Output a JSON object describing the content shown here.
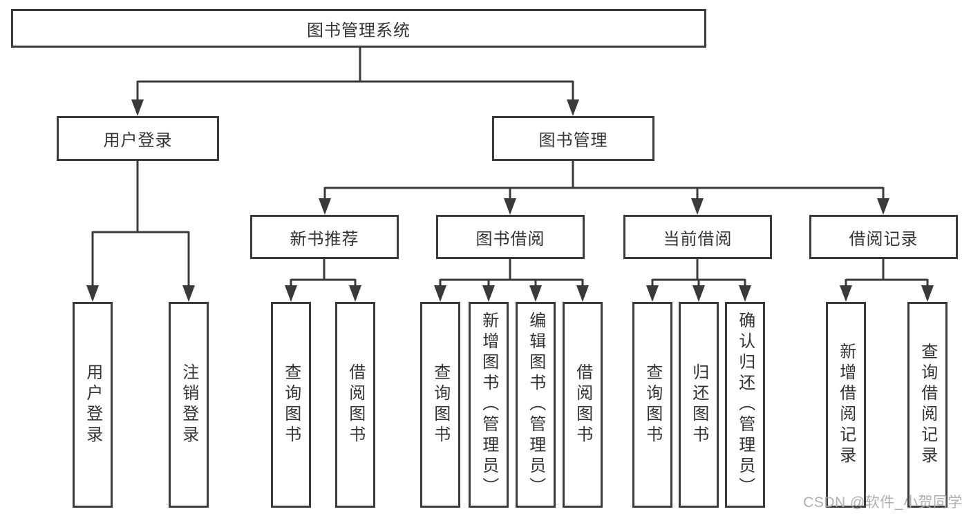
{
  "colors": {
    "line": "#3a3a3a",
    "box_border": "#3a3a3a",
    "box_background": "#ffffff",
    "text": "#333333",
    "watermark_text": "#a8a8a8"
  },
  "tree": {
    "label": "图书管理系统",
    "children": [
      {
        "label": "用户登录",
        "children": [
          {
            "label": "用户登录"
          },
          {
            "label": "注销登录"
          }
        ]
      },
      {
        "label": "图书管理",
        "children": [
          {
            "label": "新书推荐",
            "children": [
              {
                "label": "查询图书"
              },
              {
                "label": "借阅图书"
              }
            ]
          },
          {
            "label": "图书借阅",
            "children": [
              {
                "label": "查询图书"
              },
              {
                "label": "新增图书（管理员）"
              },
              {
                "label": "编辑图书（管理员）"
              },
              {
                "label": "借阅图书"
              }
            ]
          },
          {
            "label": "当前借阅",
            "children": [
              {
                "label": "查询图书"
              },
              {
                "label": "归还图书"
              },
              {
                "label": "确认归还（管理员）"
              }
            ]
          },
          {
            "label": "借阅记录",
            "children": [
              {
                "label": "新增借阅记录"
              },
              {
                "label": "查询借阅记录"
              }
            ]
          }
        ]
      }
    ]
  },
  "watermark": "CSDN @软件_小贺同学"
}
